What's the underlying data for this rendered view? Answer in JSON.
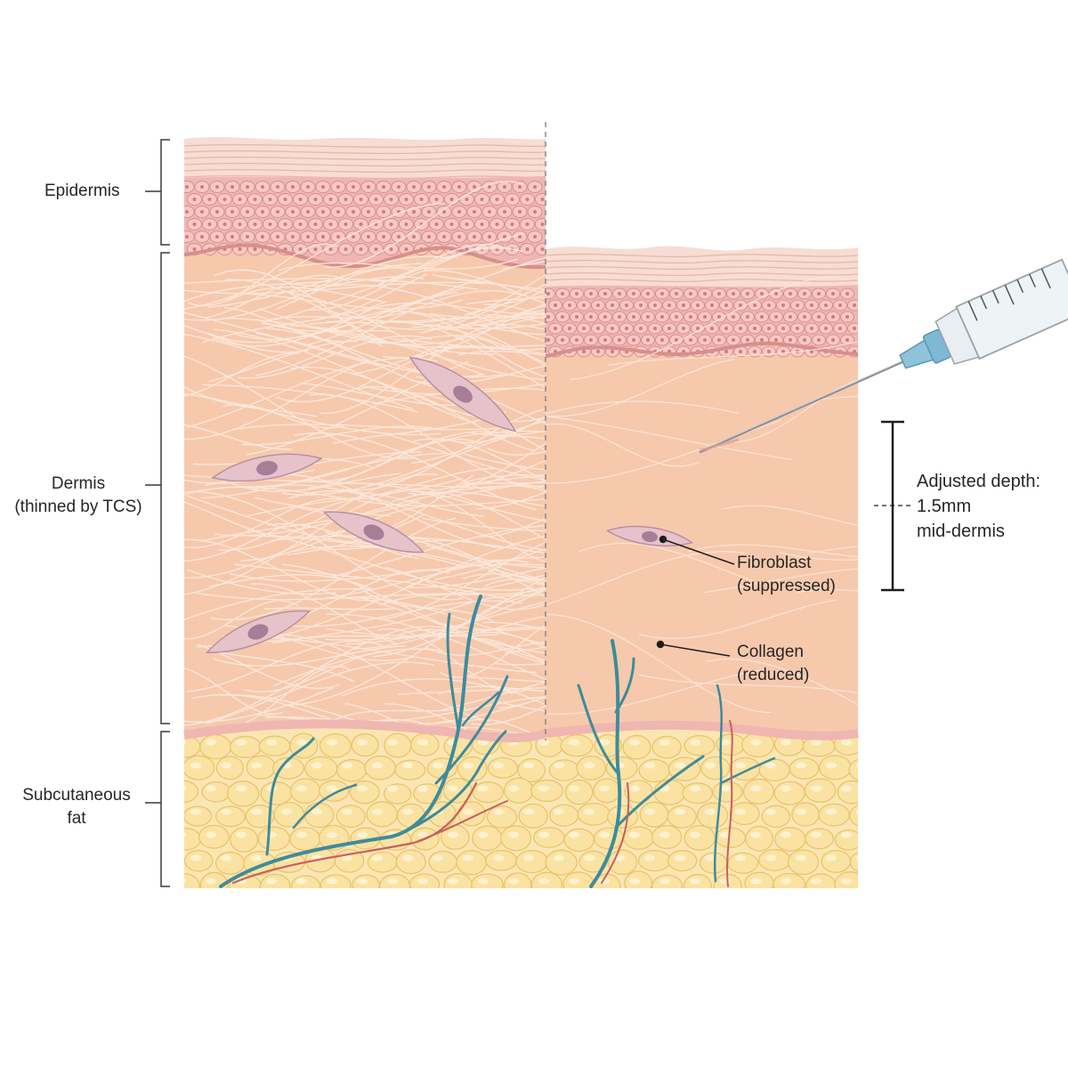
{
  "layers": {
    "epidermis": "Epidermis",
    "dermis_line1": "Dermis",
    "dermis_line2": "(thinned by TCS)",
    "fat_line1": "Subcutaneous",
    "fat_line2": "fat"
  },
  "callouts": {
    "depth_line1": "Adjusted depth:",
    "depth_line2": "1.5mm",
    "depth_line3": "mid-dermis",
    "fibroblast_line1": "Fibroblast",
    "fibroblast_line2": "(suppressed)",
    "collagen_line1": "Collagen",
    "collagen_line2": "(reduced)"
  },
  "colors": {
    "stratum_corneum": "#f6dcd2",
    "epidermis_cells": "#f2b8b4",
    "dermis": "#f6c9ad",
    "collagen_fiber": "#fbe9df",
    "fibroblast": "#e7c4cc",
    "fibroblast_nucleus": "#a77d95",
    "fat_cells": "#f9dc96",
    "vein": "#3e8a9a",
    "artery": "#c9605e",
    "syringe_hub": "#8fc4dc"
  },
  "icons": [
    "syringe-icon",
    "fibroblast-cell-icon",
    "blood-vessel-icon",
    "fat-cell-icon"
  ]
}
